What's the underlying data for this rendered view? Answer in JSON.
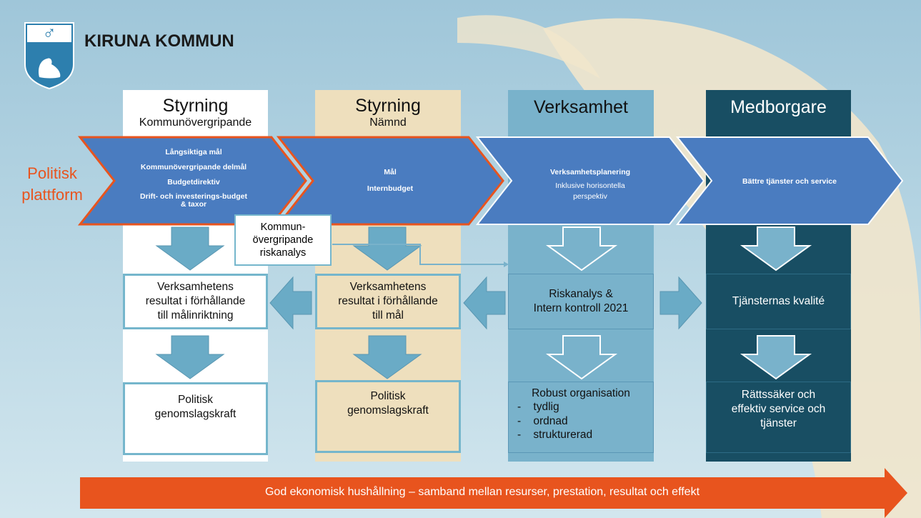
{
  "logo": {
    "org": "KIRUNA KOMMUN",
    "symbol": "♂"
  },
  "side_label": {
    "line1": "Politisk",
    "line2": "plattform"
  },
  "columns": [
    {
      "title": "Styrning",
      "subtitle": "Kommunövergripande",
      "chevron": [
        "Långsiktiga mål",
        "Kommunövergripande delmål",
        "Budgetdirektiv",
        "Drift- och investerings-budget",
        "& taxor"
      ],
      "result": [
        "Verksamhetens",
        "resultat i förhållande",
        "till målinriktning"
      ],
      "outcome": [
        "Politisk",
        "genomslagskraft"
      ]
    },
    {
      "title": "Styrning",
      "subtitle": "Nämnd",
      "chevron": [
        "Mål",
        "Internbudget"
      ],
      "result": [
        "Verksamhetens",
        "resultat i förhållande",
        "till mål"
      ],
      "outcome": [
        "Politisk",
        "genomslagskraft"
      ]
    },
    {
      "title": "Verksamhet",
      "subtitle": "",
      "chevron": [
        "Verksamhetsplanering",
        "Inklusive horisontella",
        "perspektiv"
      ],
      "result": [
        "Riskanalys &",
        "Intern kontroll 2021"
      ],
      "outcome_title": "Robust organisation",
      "outcome_items": [
        "tydlig",
        "ordnad",
        "strukturerad"
      ]
    },
    {
      "title": "Medborgare",
      "subtitle": "",
      "chevron": [
        "Bättre tjänster och service"
      ],
      "result": [
        "Tjänsternas kvalité"
      ],
      "outcome": [
        "Rättssäker och",
        "effektiv service och",
        "tjänster"
      ]
    }
  ],
  "risk_callout": [
    "Kommun-",
    "övergripande",
    "riskanalys"
  ],
  "bottom_arrow": "God ekonomisk hushållning – samband mellan resurser, prestation, resultat och effekt",
  "colors": {
    "accent_orange": "#e8541e",
    "chevron_blue": "#4a7cc0",
    "dark_teal": "#184e63",
    "tan": "#eedfbd"
  }
}
